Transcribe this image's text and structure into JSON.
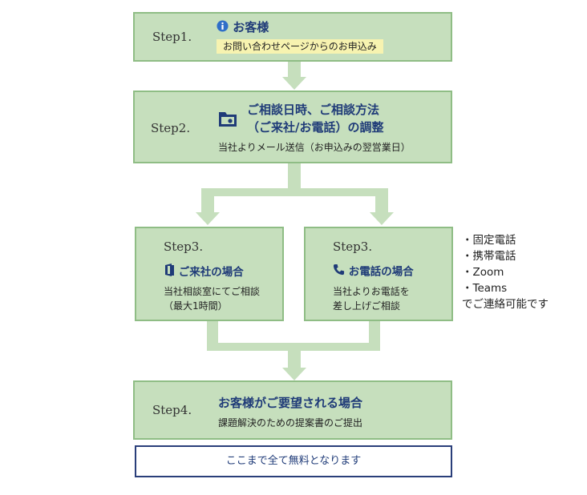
{
  "steps": {
    "s1": {
      "label": "Step1.",
      "title": "お客様",
      "sub": "お問い合わせページからのお申込み"
    },
    "s2": {
      "label": "Step2.",
      "title_line1": "ご相談日時、ご相談方法",
      "title_line2": "（ご来社/お電話）の調整",
      "sub": "当社よりメール送信（お申込みの翌営業日）"
    },
    "s3a": {
      "label": "Step3.",
      "title": "ご来社の場合",
      "sub_line1": "当社相談室にてご相談",
      "sub_line2": "（最大1時間）"
    },
    "s3b": {
      "label": "Step3.",
      "title": "お電話の場合",
      "sub_line1": "当社よりお電話を",
      "sub_line2": "差し上げご相談"
    },
    "s4": {
      "label": "Step4.",
      "title": "お客様がご要望される場合",
      "sub": "課題解決のための提案書のご提出"
    }
  },
  "contact_methods": [
    "・固定電話",
    "・携帯電話",
    "・Zoom",
    "・Teams"
  ],
  "contact_note": "でご連絡可能です",
  "free_note": "ここまで全て無料となります",
  "colors": {
    "box_fill": "#c6dfbd",
    "box_border": "#8fbd85",
    "title": "#1f3b78",
    "highlight": "#f7f3b0"
  },
  "icons": {
    "s1": "info-icon",
    "s2": "folder-icon",
    "s3a": "building-icon",
    "s3b": "phone-icon"
  }
}
